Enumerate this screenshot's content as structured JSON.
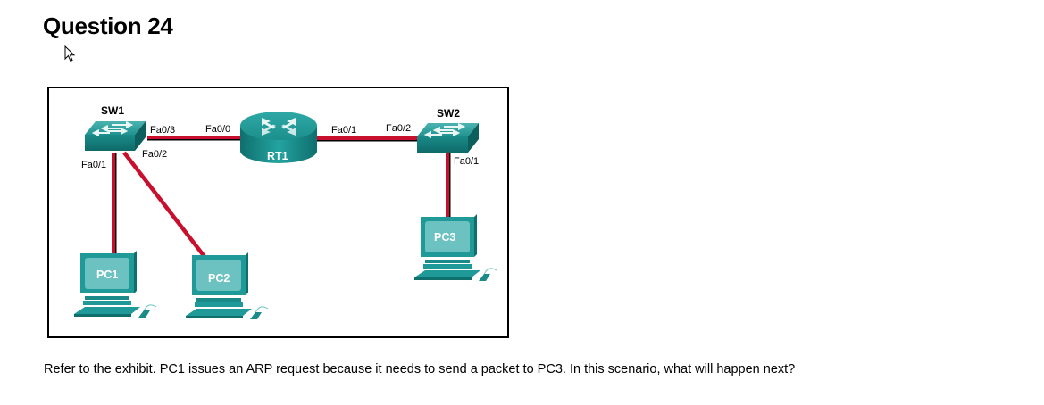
{
  "question": {
    "title": "Question 24",
    "text": "Refer to the exhibit. PC1 issues an ARP request because it needs to send a packet to PC3. In this scenario, what will happen next?"
  },
  "exhibit": {
    "devices": {
      "sw1": "SW1",
      "sw2": "SW2",
      "rt1": "RT1",
      "pc1": "PC1",
      "pc2": "PC2",
      "pc3": "PC3"
    },
    "interfaces": {
      "sw1_fa01": "Fa0/1",
      "sw1_fa02": "Fa0/2",
      "sw1_fa03": "Fa0/3",
      "rt1_fa00": "Fa0/0",
      "rt1_fa01": "Fa0/1",
      "sw2_fa02": "Fa0/2",
      "sw2_fa01": "Fa0/1"
    },
    "colors": {
      "link": "#c8102e",
      "device_teal": "#1f9a99",
      "device_dark": "#0f6e6d",
      "screen": "#6cc2c0"
    }
  },
  "cursor": {
    "icon": "mouse-pointer-icon"
  }
}
